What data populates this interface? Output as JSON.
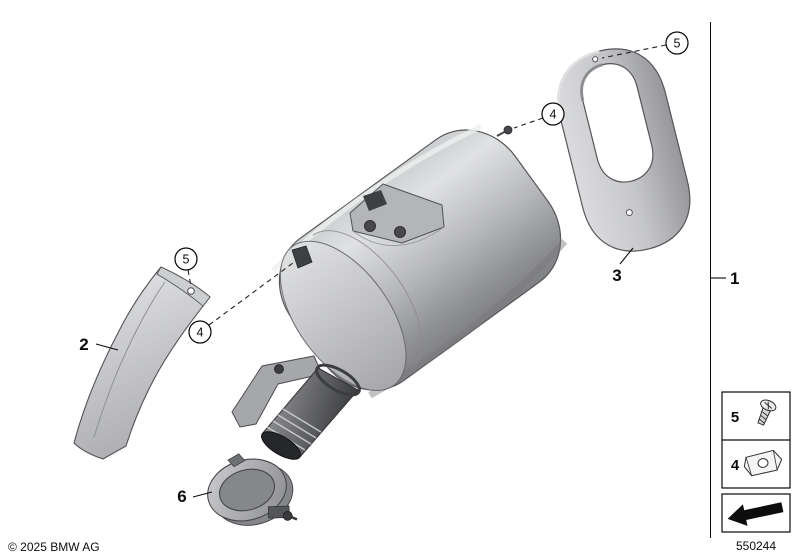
{
  "footer": {
    "copyright": "© 2025 BMW AG",
    "diagram_number": "550244"
  },
  "part_labels": {
    "assembly": "1",
    "heat_shield": "2",
    "rear_cover": "3",
    "clamp": "6"
  },
  "callouts": {
    "screw_top": "5",
    "clip_top": "4",
    "screw_left": "5",
    "clip_left": "4"
  },
  "legend": {
    "rows": [
      {
        "label": "5",
        "icon": "screw-icon"
      },
      {
        "label": "4",
        "icon": "clip-nut-icon"
      }
    ],
    "arrow_icon": "direction-arrow-icon"
  },
  "colors": {
    "background": "#ffffff",
    "line": "#0d0d0d",
    "metal_light": "#e0e1e2",
    "metal_mid": "#b8b9bc",
    "metal_dark": "#7f8083",
    "pipe_dark": "#353639"
  }
}
